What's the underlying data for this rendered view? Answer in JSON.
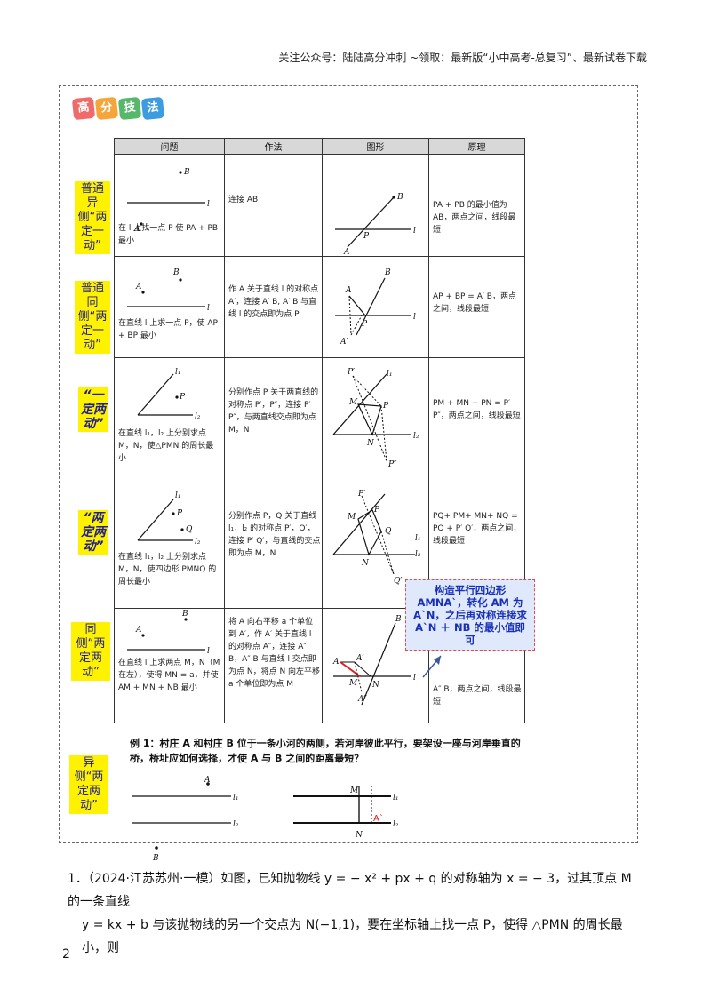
{
  "header": "关注公众号：陆陆高分冲刺 ~领取：最新版“小中高考-总复习”、最新试卷下载",
  "badge": {
    "chars": [
      "高",
      "分",
      "技",
      "法"
    ],
    "colors": [
      "#f06a6a",
      "#f6a53b",
      "#55b86a",
      "#3d9be0"
    ]
  },
  "table": {
    "headers": [
      "问题",
      "作法",
      "图形",
      "原理"
    ],
    "rows": [
      {
        "problem": "在 l 上找一点 P 使 PA + PB 最小",
        "method": "连接 AB",
        "principle": "PA + PB 的最小值为 AB，两点之间，线段最短"
      },
      {
        "problem": "在直线 l 上求一点 P，使 AP + BP 最小",
        "method": "作 A 关于直线 l 的对称点 A′，连接 A′ B, A′ B 与直线 l 的交点即为点 P",
        "principle": "AP + BP = A′ B，两点之间，线段最短"
      },
      {
        "problem": "在直线 l₁，l₂ 上分别求点 M，N，使△PMN 的周长最小",
        "method": "分别作点 P 关于两直线的对称点 P′，P″，连接 P′ P″，与两直线交点即为点 M，N",
        "principle": "PM + MN + PN = P′ P″，两点之间，线段最短"
      },
      {
        "problem": "在直线 l₁，l₂ 上分别求点 M，N，使四边形 PMNQ 的周长最小",
        "method": "分别作点 P，Q 关于直线 l₁，l₂ 的对称点 P′，Q′，连接 P′ Q′，与直线的交点即为点 M，N",
        "principle": "PQ+ PM+ MN+ NQ = PQ + P′ Q′，两点之间，线段最短"
      },
      {
        "problem": "在直线 l 上求两点 M，N（M 在左），使得 MN = a，并使 AM + MN + NB 最小",
        "method": "将 A 向右平移 a 个单位到 A′，作 A′ 关于直线 l 的对称点 A″，连接 A″ B，A″ B 与直线 l 交点即为点 N，将点 N 向左平移 a 个单位即为点 M",
        "principle": "A″ B，两点之间，线段最短"
      }
    ]
  },
  "side_labels": [
    "普通异侧“两定一动”",
    "普通同侧“两定一动”",
    "“一定两动”",
    "“两定两动”",
    "同侧“两定两动”",
    "异侧“两定两动”"
  ],
  "callout": "构造平行四边形 AMNA`，转化 AM 为 A`N，之后再对称连接求 A`N ＋ NB 的最小值即可",
  "example": "例 1：村庄 A 和村庄 B 位于一条小河的两侧，若河岸彼此平行，要架设一座与河岸垂直的桥，桥址应如何选择，才使 A 与 B 之间的距离最短？",
  "problem": {
    "number": "1．",
    "source": "（2024·江苏苏州·一模）",
    "line1": "如图，已知抛物线 y = − x² + px + q 的对称轴为 x = − 3，过其顶点 M 的一条直线",
    "line2": "y = kx + b 与该抛物线的另一个交点为 N(−1,1)，要在坐标轴上找一点 P，使得 △PMN 的周长最小，则"
  },
  "page_number": "2"
}
